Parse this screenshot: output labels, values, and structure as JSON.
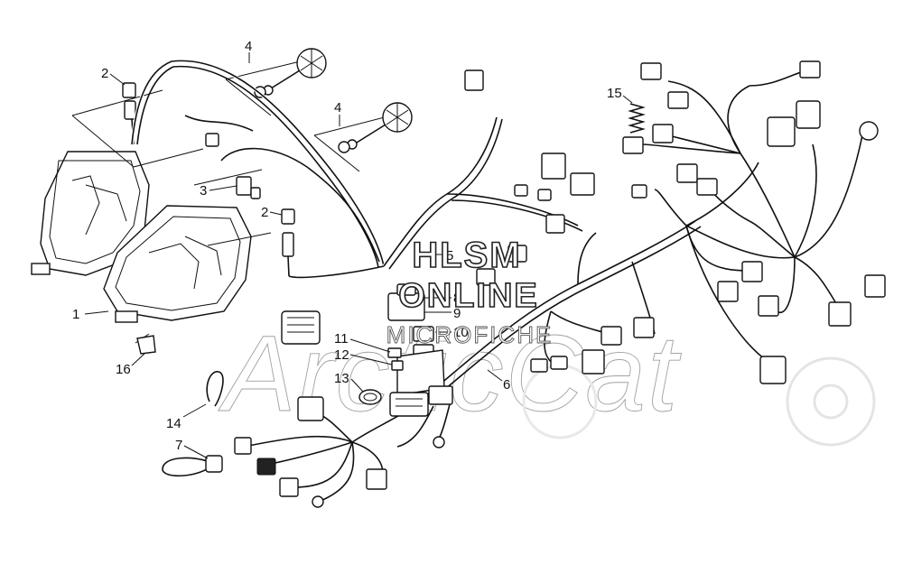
{
  "watermark": {
    "line1": "HLSM",
    "line2": "ONLINE",
    "line3": "MICROFICHE",
    "brand": "ArcticCat"
  },
  "callouts": [
    "1",
    "2",
    "2",
    "3",
    "4",
    "4",
    "5",
    "6",
    "7",
    "8",
    "9",
    "10",
    "11",
    "12",
    "13",
    "14",
    "15",
    "16"
  ]
}
